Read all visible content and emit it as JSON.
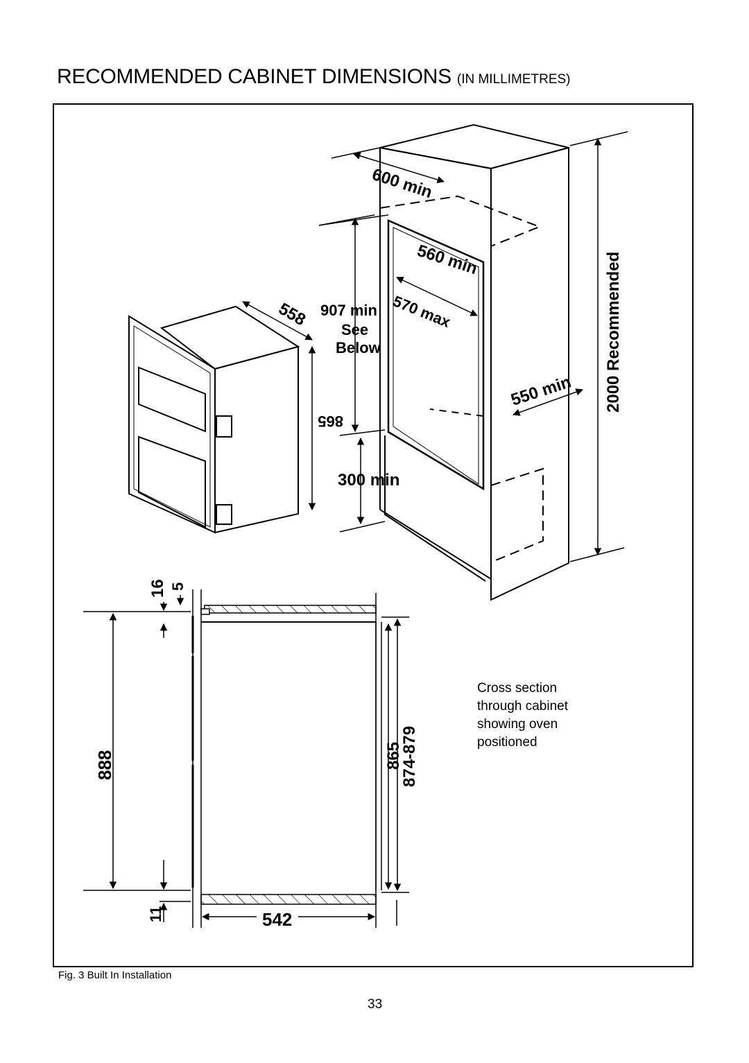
{
  "title": {
    "main": "RECOMMENDED CABINET DIMENSIONS ",
    "suffix": "(IN MILLIMETRES)"
  },
  "caption": "Fig. 3 Built In Installation",
  "page_number": "33",
  "cross_section_note": [
    "Cross section",
    "through cabinet",
    "showing oven",
    "positioned"
  ],
  "dimensions": {
    "d600": "600 min",
    "d560": "560 min",
    "d570": "570 max",
    "d907": "907 min",
    "see": "See",
    "below": "Below",
    "d558": "558",
    "d865_oven": "865",
    "d550": "550 min",
    "d2000": "2000 Recommended",
    "d300": "300 min",
    "d16": "16",
    "d5": "5",
    "d888": "888",
    "d865": "865",
    "d874": "874-879",
    "d11": "11",
    "d542": "542"
  }
}
